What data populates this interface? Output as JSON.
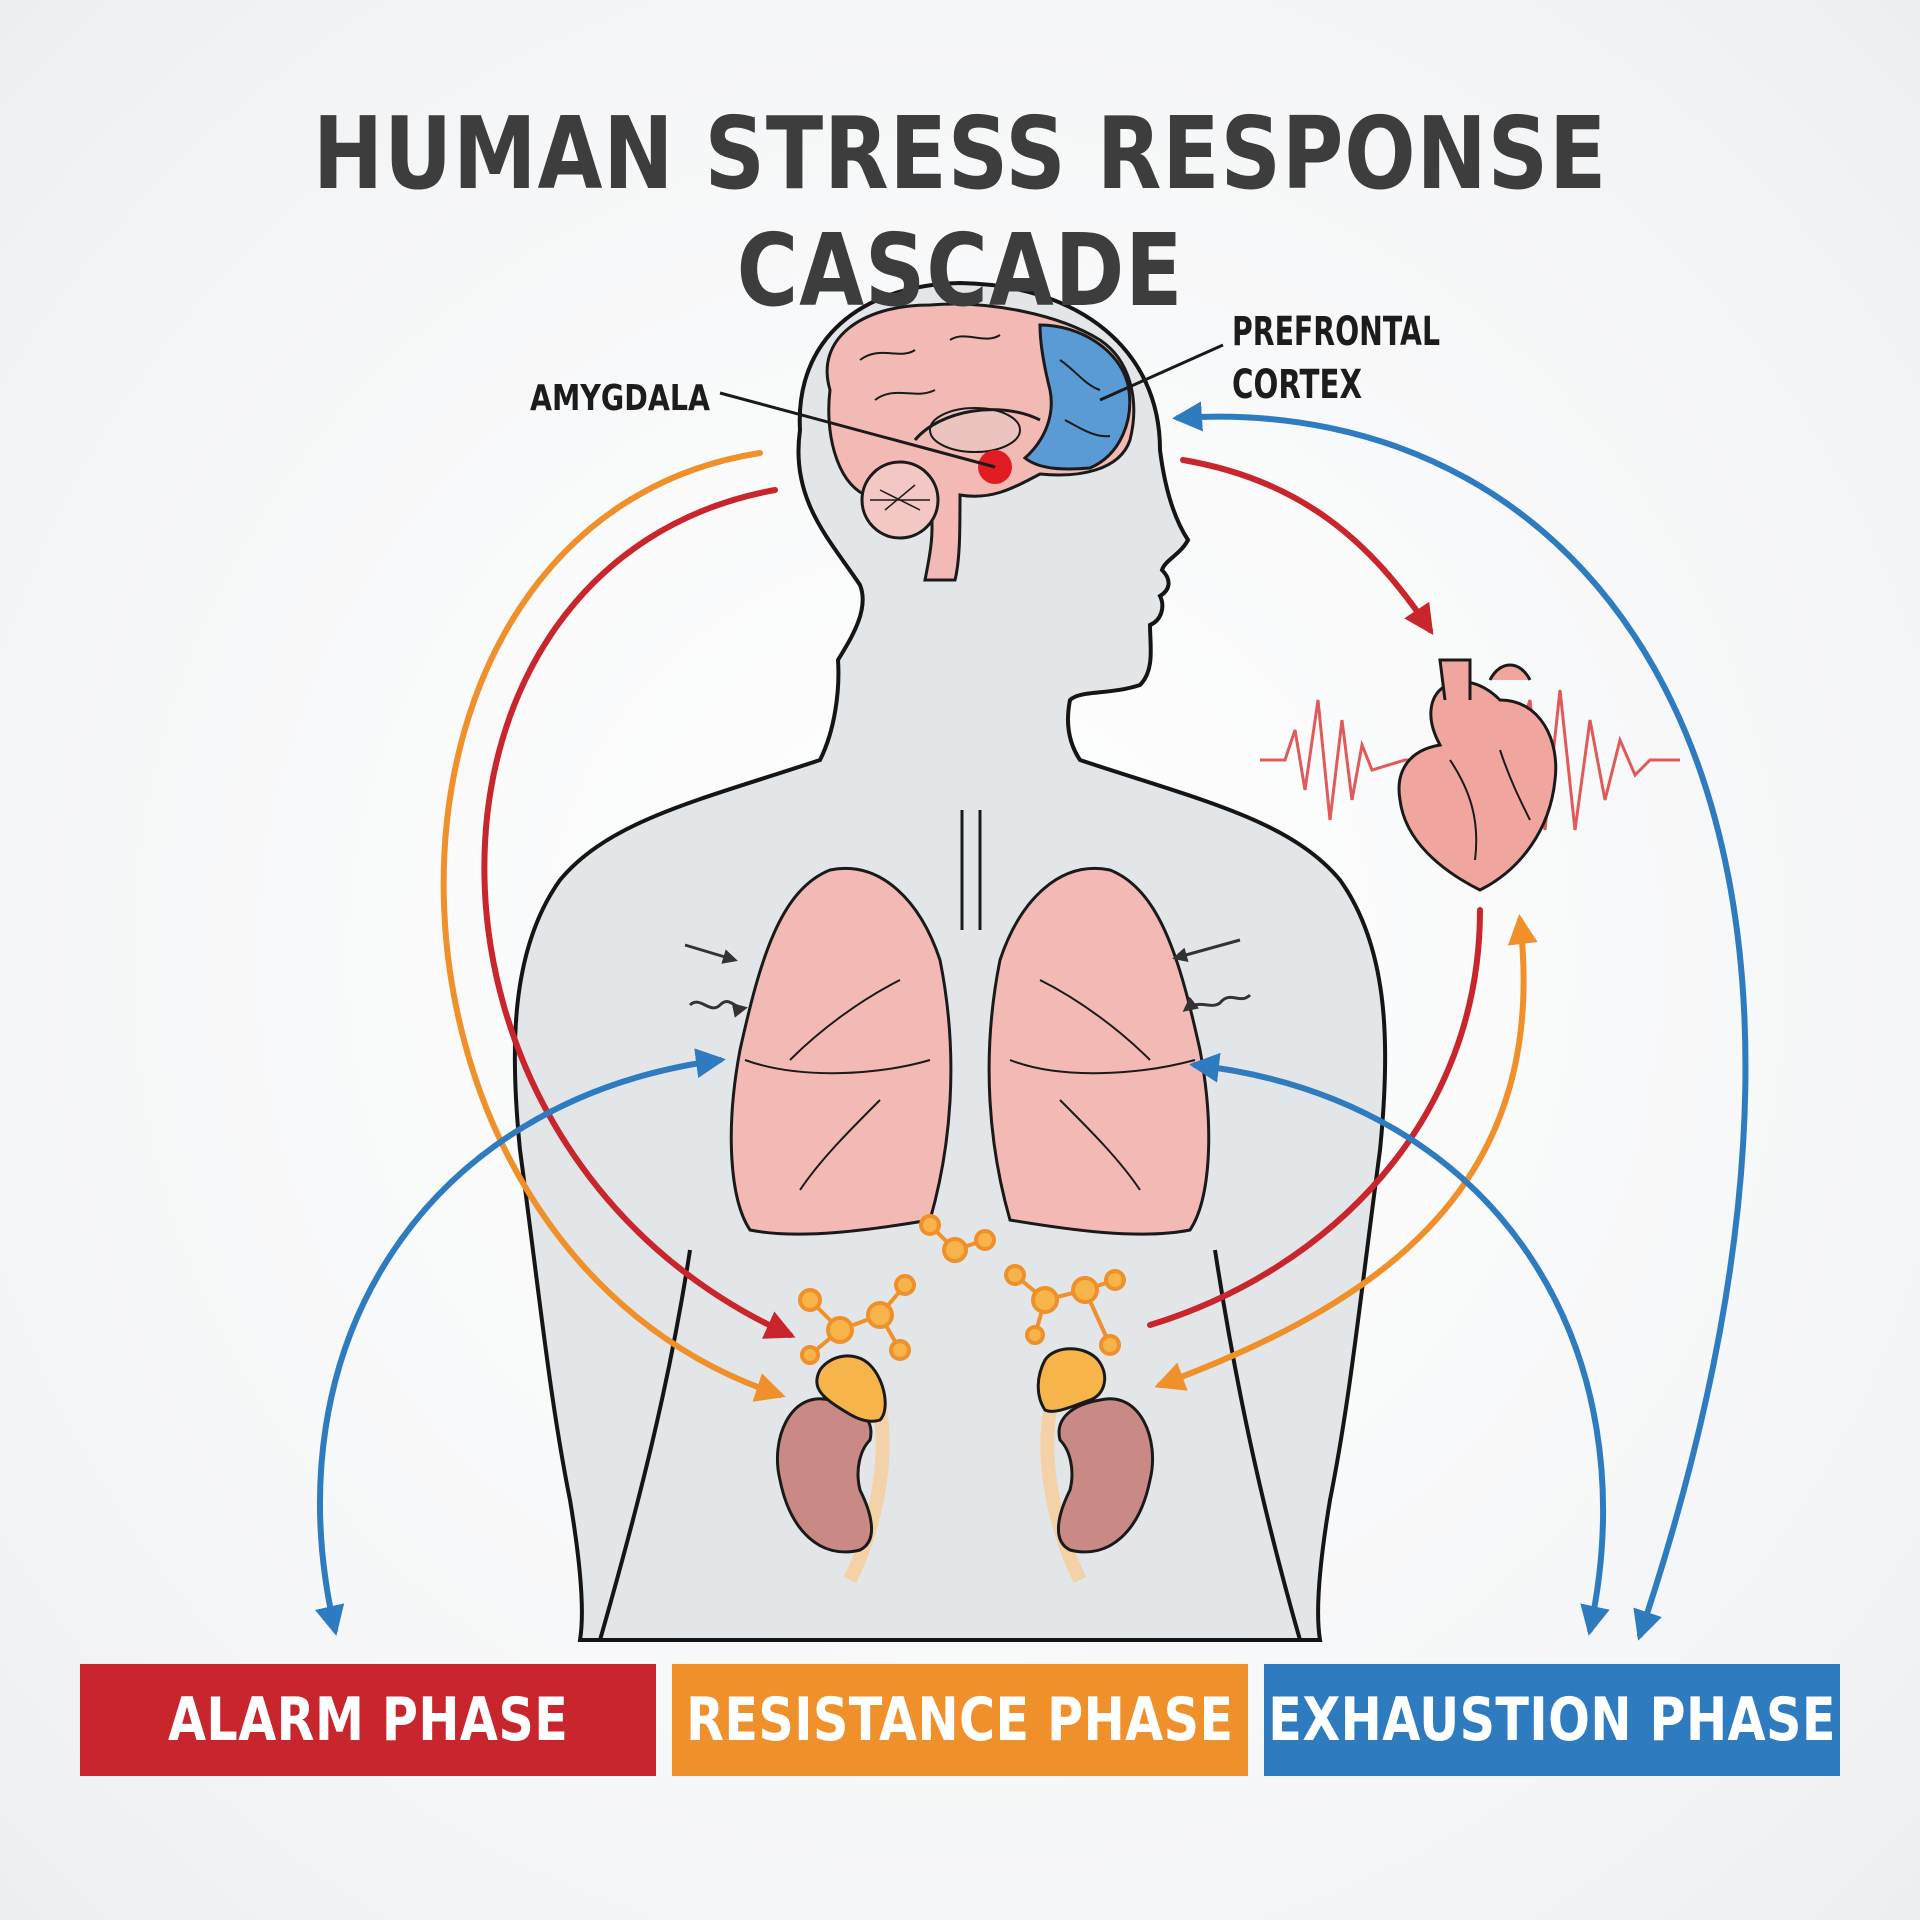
{
  "title": "HUMAN STRESS RESPONSE CASCADE",
  "labels": {
    "amygdala": "AMYGDALA",
    "prefrontal_line1": "PREFRONTAL",
    "prefrontal_line2": "CORTEX"
  },
  "phases": [
    {
      "label": "ALARM PHASE",
      "color": "#c9252d"
    },
    {
      "label": "RESISTANCE PHASE",
      "color": "#f0902a"
    },
    {
      "label": "EXHAUSTION PHASE",
      "color": "#2e7bbf"
    }
  ],
  "colors": {
    "alarm": "#c9252d",
    "resistance": "#f0902a",
    "exhaustion": "#2e7bbf",
    "body_fill": "#e3e6e8",
    "organ_pink": "#f3b9b4",
    "kidney": "#c98a86",
    "adrenal": "#f6b44a",
    "prefrontal_blue": "#5b9bd5",
    "amygdala_red": "#e31b23"
  },
  "icons": [
    "brain-icon",
    "heart-icon",
    "lungs-icon",
    "kidney-icon",
    "adrenal-gland-icon",
    "molecule-icon",
    "ecg-wave-icon"
  ]
}
